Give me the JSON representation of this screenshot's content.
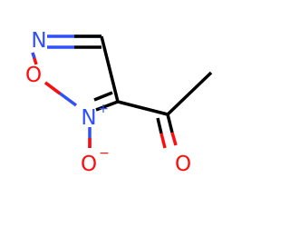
{
  "molecule": {
    "atoms": {
      "n_ring": "N",
      "o_ring": "O",
      "n_oxide": "N",
      "o_oxide": "O",
      "o_carbonyl": "O"
    },
    "charges": {
      "n_oxide": "+",
      "o_oxide": "−"
    },
    "colors": {
      "bond": "#000000",
      "nitrogen": "#3050f8",
      "oxygen": "#ff0d0d"
    }
  }
}
